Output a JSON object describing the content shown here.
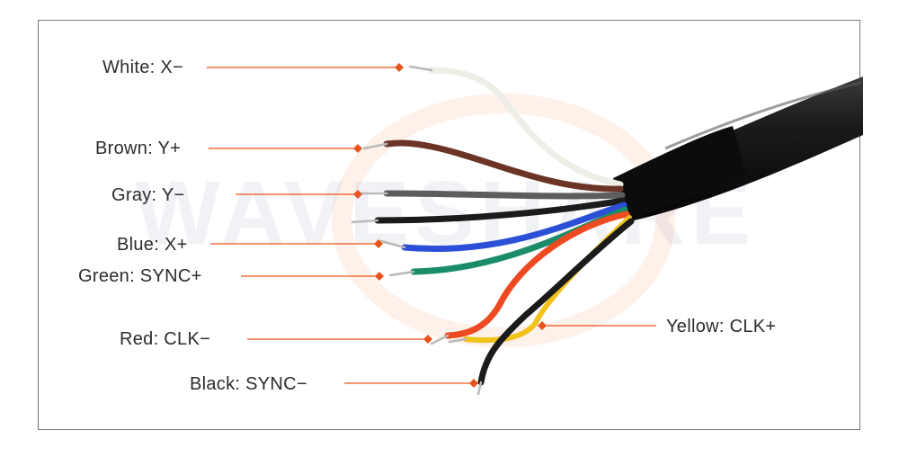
{
  "watermark_text": "WAVESHARE",
  "colors": {
    "leader": "#e8541c",
    "frame": "#7a7a7a",
    "cable_jacket": "#141414"
  },
  "wires": [
    {
      "id": "white",
      "label": "White: X−",
      "color": "#efeee6"
    },
    {
      "id": "brown",
      "label": "Brown: Y+",
      "color": "#6b3426"
    },
    {
      "id": "gray",
      "label": "Gray: Y−",
      "color": "#5d5d5d"
    },
    {
      "id": "black2",
      "label": "",
      "color": "#1b1b1b"
    },
    {
      "id": "blue",
      "label": "Blue: X+",
      "color": "#2b4fd6"
    },
    {
      "id": "green",
      "label": "Green: SYNC+",
      "color": "#1a8c6a"
    },
    {
      "id": "red",
      "label": "Red: CLK−",
      "color": "#ee4a22"
    },
    {
      "id": "black",
      "label": "Black: SYNC−",
      "color": "#1b1b1b"
    },
    {
      "id": "yellow",
      "label": "Yellow: CLK+",
      "color": "#f2c21c"
    }
  ]
}
